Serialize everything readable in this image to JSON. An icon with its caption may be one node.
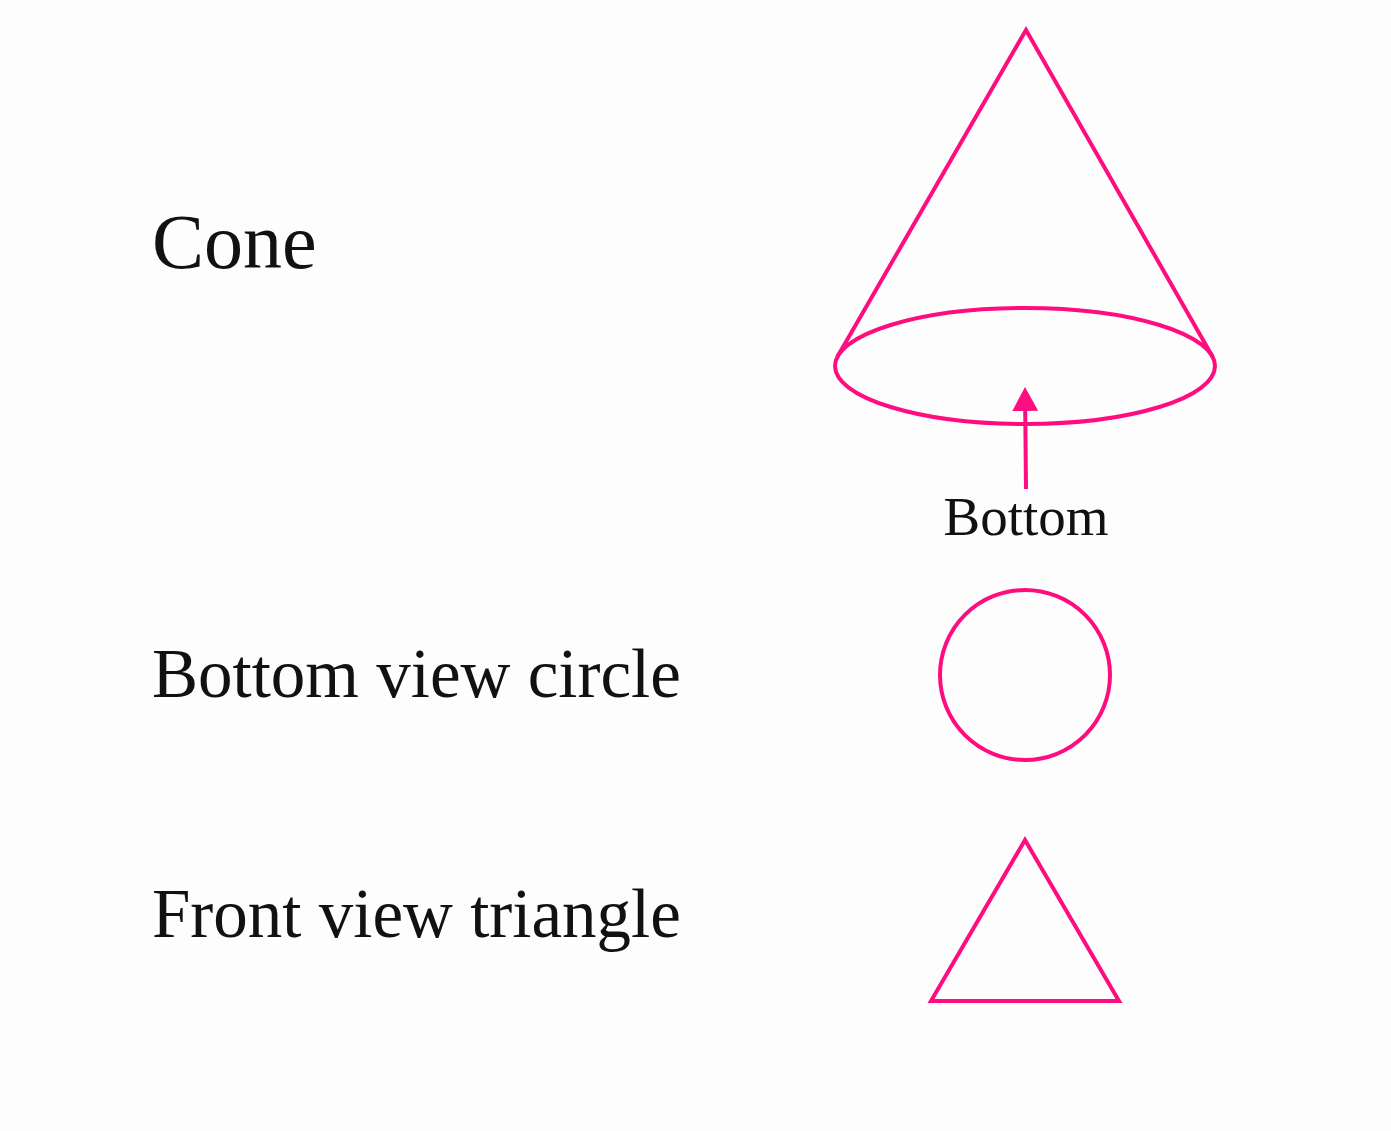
{
  "diagram": {
    "nodes": [
      {
        "text": [],
        "shape": "ellipse"
      },
      {
        "text": [
          "Bottom"
        ]
      }
    ],
    "edges": [
      {
        "from": 1,
        "to": 0,
        "arrow": "to"
      }
    ],
    "labels": [
      "Cone",
      "Bottom view circle",
      "Front view triangle"
    ]
  }
}
